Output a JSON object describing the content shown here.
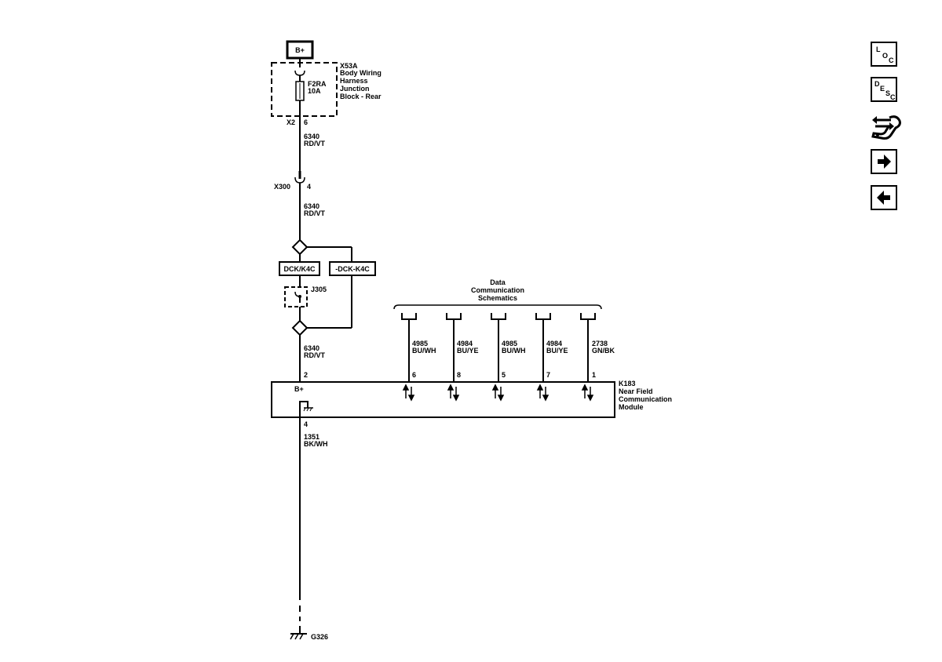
{
  "power": {
    "label": "B+"
  },
  "junction_block": {
    "ref": "X53A",
    "name_lines": [
      "Body Wiring",
      "Harness",
      "Junction",
      "Block - Rear"
    ],
    "fuse": {
      "ref": "F2RA",
      "rating": "10A"
    },
    "connector": "X2",
    "pin": "6"
  },
  "wire_1": {
    "circuit": "6340",
    "color": "RD/VT"
  },
  "inline_connector": {
    "ref": "X300",
    "pin": "4"
  },
  "wire_2": {
    "circuit": "6340",
    "color": "RD/VT"
  },
  "options": {
    "with": "DCK/K4C",
    "without": "-DCK-K4C"
  },
  "jumper": {
    "ref": "J305"
  },
  "wire_3": {
    "circuit": "6340",
    "color": "RD/VT"
  },
  "data_bus": {
    "title_lines": [
      "Data",
      "Communication",
      "Schematics"
    ]
  },
  "data_wires": [
    {
      "circuit": "4985",
      "color": "BU/WH",
      "pin": "6"
    },
    {
      "circuit": "4984",
      "color": "BU/YE",
      "pin": "8"
    },
    {
      "circuit": "4985",
      "color": "BU/WH",
      "pin": "5"
    },
    {
      "circuit": "4984",
      "color": "BU/YE",
      "pin": "7"
    },
    {
      "circuit": "2738",
      "color": "GN/BK",
      "pin": "1"
    }
  ],
  "module": {
    "ref": "K183",
    "name_lines": [
      "Near Field",
      "Communication",
      "Module"
    ],
    "power_pin": "2",
    "power_label": "B+",
    "ground_pin": "4"
  },
  "ground_wire": {
    "circuit": "1351",
    "color": "BK/WH"
  },
  "ground": {
    "ref": "G326"
  },
  "nav_buttons": {
    "loc": [
      "L",
      "O",
      "C"
    ],
    "desc": [
      "D",
      "E",
      "S",
      "C"
    ],
    "tools_icon": "wrench-arrows-icon",
    "next_icon": "arrow-right-icon",
    "prev_icon": "arrow-left-icon"
  }
}
